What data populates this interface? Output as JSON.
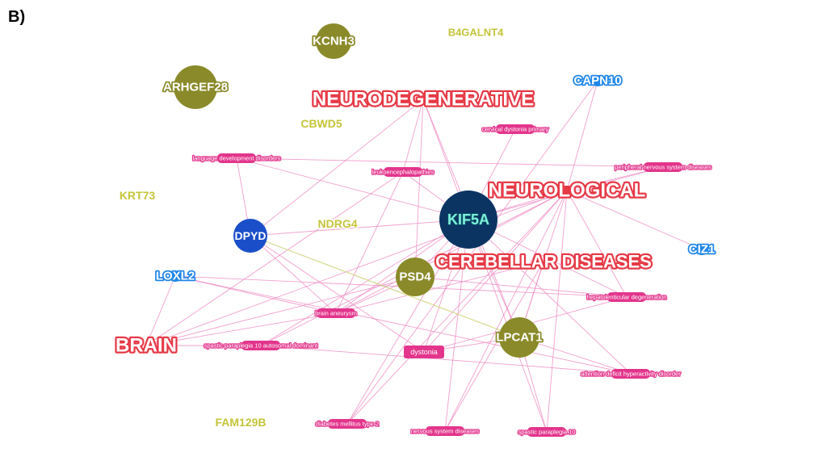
{
  "panel_label": "B)",
  "colors": {
    "gene_olive": "#8a8a2a",
    "gene_lime": "#c4c43a",
    "gene_blue": "#1f86e8",
    "gene_darkblue": "#1b4fc9",
    "hub_navy": "#0b3463",
    "hub_label": "#7ef0dc",
    "category_red": "#e63946",
    "disease_pink": "#e3358c",
    "edge_pink": "#ef8fc6",
    "edge_olive": "#cfd27a"
  },
  "nodes": [
    {
      "id": "KIF5A",
      "label": "KIF5A",
      "kind": "hub"
    },
    {
      "id": "ARHGEF28",
      "label": "ARHGEF28",
      "kind": "gene_olive_circle"
    },
    {
      "id": "KCNH3",
      "label": "KCNH3",
      "kind": "gene_olive_circle"
    },
    {
      "id": "PSD4",
      "label": "PSD4",
      "kind": "gene_olive_circle"
    },
    {
      "id": "LPCAT1",
      "label": "LPCAT1",
      "kind": "gene_olive_circle"
    },
    {
      "id": "DPYD",
      "label": "DPYD",
      "kind": "gene_blue_circle"
    },
    {
      "id": "B4GALNT4",
      "label": "B4GALNT4",
      "kind": "gene_lime"
    },
    {
      "id": "CBWD5",
      "label": "CBWD5",
      "kind": "gene_lime"
    },
    {
      "id": "KRT73",
      "label": "KRT73",
      "kind": "gene_lime"
    },
    {
      "id": "NDRG4",
      "label": "NDRG4",
      "kind": "gene_lime"
    },
    {
      "id": "FAM129B",
      "label": "FAM129B",
      "kind": "gene_lime"
    },
    {
      "id": "CAPN10",
      "label": "CAPN10",
      "kind": "gene_blue"
    },
    {
      "id": "CIZ1",
      "label": "CIZ1",
      "kind": "gene_blue"
    },
    {
      "id": "LOXL2",
      "label": "LOXL2",
      "kind": "gene_blue"
    },
    {
      "id": "NEURODEGENERATIVE",
      "label": "NEURODEGENERATIVE",
      "kind": "category"
    },
    {
      "id": "NEUROLOGICAL",
      "label": "NEUROLOGICAL",
      "kind": "category"
    },
    {
      "id": "CEREBELLAR",
      "label": "CEREBELLAR DISEASES",
      "kind": "category"
    },
    {
      "id": "BRAIN",
      "label": "BRAIN",
      "kind": "category"
    },
    {
      "id": "cervical",
      "label": "cervical dystonia primary",
      "kind": "disease"
    },
    {
      "id": "langdev",
      "label": "language development disorders",
      "kind": "disease"
    },
    {
      "id": "leuko",
      "label": "leukoencephalopathies",
      "kind": "disease"
    },
    {
      "id": "peripheral",
      "label": "peripheral nervous system diseases",
      "kind": "disease"
    },
    {
      "id": "hepato",
      "label": "hepatolenticular degeneration",
      "kind": "disease"
    },
    {
      "id": "aneurysm",
      "label": "brain aneurysm",
      "kind": "disease"
    },
    {
      "id": "spg10ad",
      "label": "spastic paraplegia 10 autosomal dominant",
      "kind": "disease"
    },
    {
      "id": "dystonia",
      "label": "dystonia",
      "kind": "disease"
    },
    {
      "id": "adhd",
      "label": "attention deficit hyperactivity disorder",
      "kind": "disease"
    },
    {
      "id": "diabetes",
      "label": "diabetes mellitus type 2",
      "kind": "disease"
    },
    {
      "id": "nervous",
      "label": "nervous system diseases",
      "kind": "disease"
    },
    {
      "id": "spg10",
      "label": "spastic paraplegia 10",
      "kind": "disease"
    }
  ],
  "edges": [
    [
      "NEURODEGENERATIVE",
      "KIF5A"
    ],
    [
      "NEURODEGENERATIVE",
      "leuko"
    ],
    [
      "NEURODEGENERATIVE",
      "DPYD"
    ],
    [
      "NEURODEGENERATIVE",
      "LPCAT1"
    ],
    [
      "NEURODEGENERATIVE",
      "PSD4"
    ],
    [
      "NEUROLOGICAL",
      "KIF5A"
    ],
    [
      "NEUROLOGICAL",
      "CIZ1"
    ],
    [
      "NEUROLOGICAL",
      "dystonia"
    ],
    [
      "NEUROLOGICAL",
      "aneurysm"
    ],
    [
      "NEUROLOGICAL",
      "diabetes"
    ],
    [
      "NEUROLOGICAL",
      "nervous"
    ],
    [
      "NEUROLOGICAL",
      "spg10"
    ],
    [
      "NEUROLOGICAL",
      "LPCAT1"
    ],
    [
      "NEUROLOGICAL",
      "CAPN10"
    ],
    [
      "NEUROLOGICAL",
      "peripheral"
    ],
    [
      "NEUROLOGICAL",
      "hepato"
    ],
    [
      "NEUROLOGICAL",
      "BRAIN"
    ],
    [
      "NEUROLOGICAL",
      "spg10ad"
    ],
    [
      "KIF5A",
      "cervical"
    ],
    [
      "KIF5A",
      "langdev"
    ],
    [
      "KIF5A",
      "leuko"
    ],
    [
      "KIF5A",
      "peripheral"
    ],
    [
      "KIF5A",
      "hepato"
    ],
    [
      "KIF5A",
      "aneurysm"
    ],
    [
      "KIF5A",
      "spg10ad"
    ],
    [
      "KIF5A",
      "dystonia"
    ],
    [
      "KIF5A",
      "adhd"
    ],
    [
      "KIF5A",
      "diabetes"
    ],
    [
      "KIF5A",
      "nervous"
    ],
    [
      "KIF5A",
      "spg10"
    ],
    [
      "KIF5A",
      "DPYD"
    ],
    [
      "KIF5A",
      "PSD4"
    ],
    [
      "KIF5A",
      "LPCAT1"
    ],
    [
      "CEREBELLAR",
      "aneurysm"
    ],
    [
      "CEREBELLAR",
      "LPCAT1"
    ],
    [
      "CEREBELLAR",
      "nervous"
    ],
    [
      "BRAIN",
      "aneurysm"
    ],
    [
      "BRAIN",
      "LOXL2"
    ],
    [
      "BRAIN",
      "PSD4"
    ],
    [
      "BRAIN",
      "spg10ad"
    ],
    [
      "BRAIN",
      "leuko"
    ],
    [
      "DPYD",
      "langdev"
    ],
    [
      "DPYD",
      "aneurysm"
    ],
    [
      "DPYD",
      "dystonia"
    ],
    [
      "LOXL2",
      "hepato"
    ],
    [
      "LOXL2",
      "aneurysm"
    ],
    [
      "LOXL2",
      "adhd"
    ],
    [
      "LPCAT1",
      "spg10"
    ],
    [
      "LPCAT1",
      "adhd"
    ],
    [
      "LPCAT1",
      "dystonia"
    ],
    [
      "PSD4",
      "hepato"
    ],
    [
      "PSD4",
      "aneurysm"
    ],
    [
      "leuko",
      "aneurysm"
    ],
    [
      "langdev",
      "peripheral"
    ],
    [
      "CAPN10",
      "diabetes"
    ],
    [
      "spg10ad",
      "adhd"
    ],
    [
      "dystonia",
      "hepato"
    ]
  ],
  "olive_edges": [
    [
      "DPYD",
      "LPCAT1"
    ]
  ]
}
